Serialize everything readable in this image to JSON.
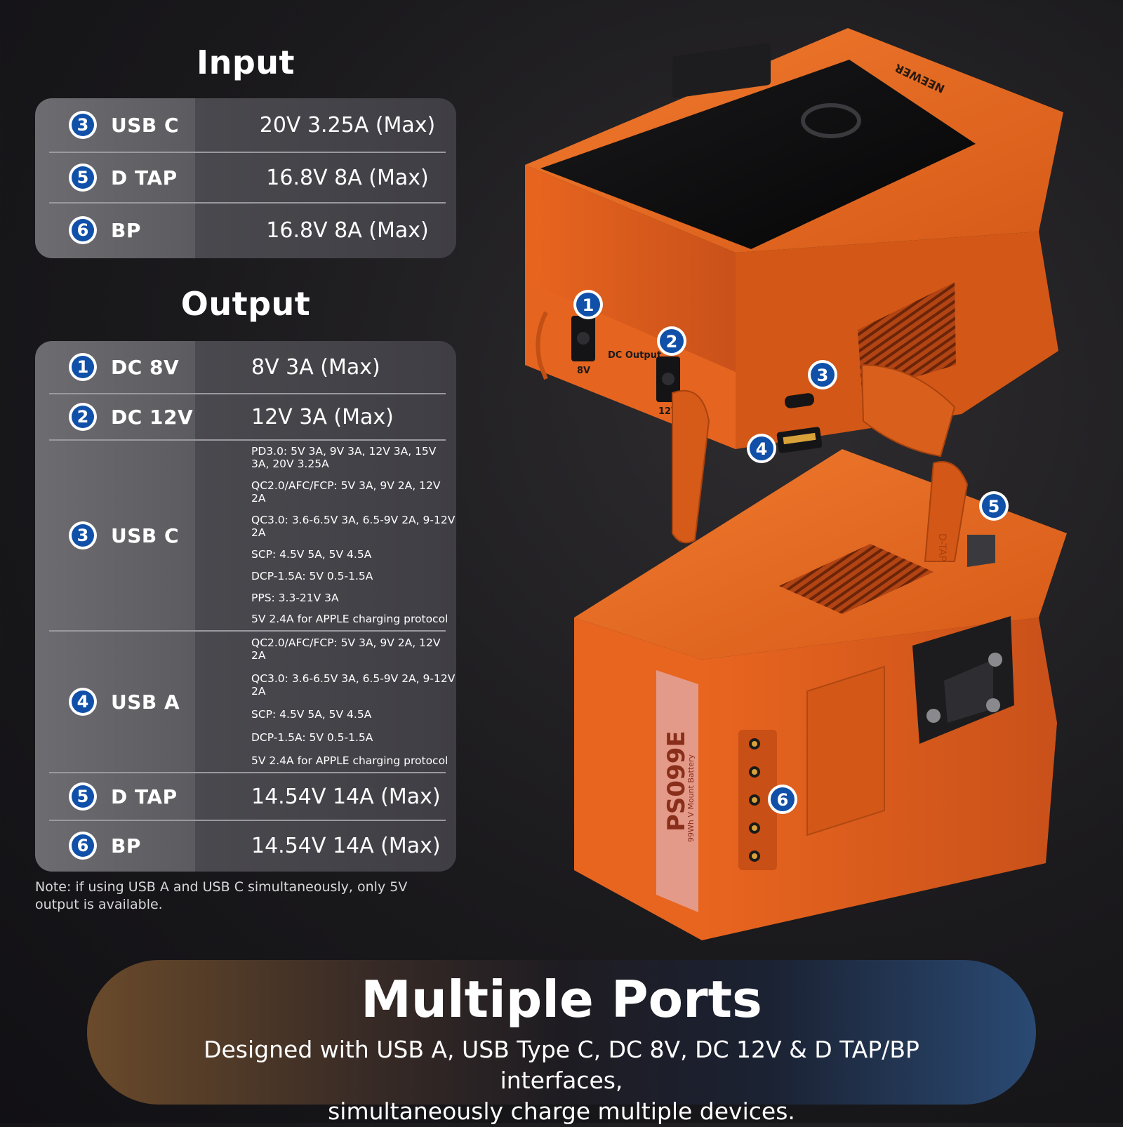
{
  "input": {
    "title": "Input",
    "rows": [
      {
        "num": "3",
        "port": "USB C",
        "value": "20V 3.25A (Max)"
      },
      {
        "num": "5",
        "port": "D TAP",
        "value": "16.8V 8A (Max)"
      },
      {
        "num": "6",
        "port": "BP",
        "value": "16.8V 8A (Max)"
      }
    ]
  },
  "output": {
    "title": "Output",
    "rows": [
      {
        "num": "1",
        "port": "DC 8V",
        "value": "8V 3A (Max)"
      },
      {
        "num": "2",
        "port": "DC 12V",
        "value": "12V 3A (Max)"
      },
      {
        "num": "3",
        "port": "USB C",
        "protocols": [
          "PD3.0: 5V 3A, 9V 3A, 12V 3A, 15V 3A, 20V 3.25A",
          "QC2.0/AFC/FCP: 5V 3A, 9V 2A, 12V 2A",
          "QC3.0: 3.6-6.5V 3A, 6.5-9V 2A, 9-12V 2A",
          "SCP: 4.5V 5A, 5V 4.5A",
          "DCP-1.5A: 5V 0.5-1.5A",
          "PPS: 3.3-21V 3A",
          "5V 2.4A for APPLE charging protocol"
        ]
      },
      {
        "num": "4",
        "port": "USB A",
        "protocols": [
          "QC2.0/AFC/FCP: 5V 3A, 9V 2A, 12V 2A",
          "QC3.0: 3.6-6.5V 3A, 6.5-9V 2A, 9-12V 2A",
          "SCP: 4.5V 5A, 5V 4.5A",
          "DCP-1.5A: 5V 0.5-1.5A",
          "5V 2.4A for APPLE charging protocol"
        ]
      },
      {
        "num": "5",
        "port": "D TAP",
        "value": "14.54V 14A (Max)"
      },
      {
        "num": "6",
        "port": "BP",
        "value": "14.54V 14A (Max)"
      }
    ]
  },
  "note": "Note: if using USB A and USB C simultaneously, only 5V output is available.",
  "product": {
    "brand": "NEEWER",
    "model": "PS099E",
    "model_sub": "99Wh V Mount Battery",
    "port_8v_label": "8V",
    "port_dc_label": "DC Output",
    "port_12v_label": "12V",
    "dtap_cover_label": "D-TAP",
    "markers": [
      "1",
      "2",
      "3",
      "4",
      "5",
      "6"
    ],
    "body_color": "#e8651f",
    "marker_color": "#1050a8"
  },
  "banner": {
    "title": "Multiple Ports",
    "subtitle_line1": "Designed with USB A, USB Type C, DC 8V, DC 12V & D TAP/BP interfaces,",
    "subtitle_line2": "simultaneously charge multiple devices."
  }
}
